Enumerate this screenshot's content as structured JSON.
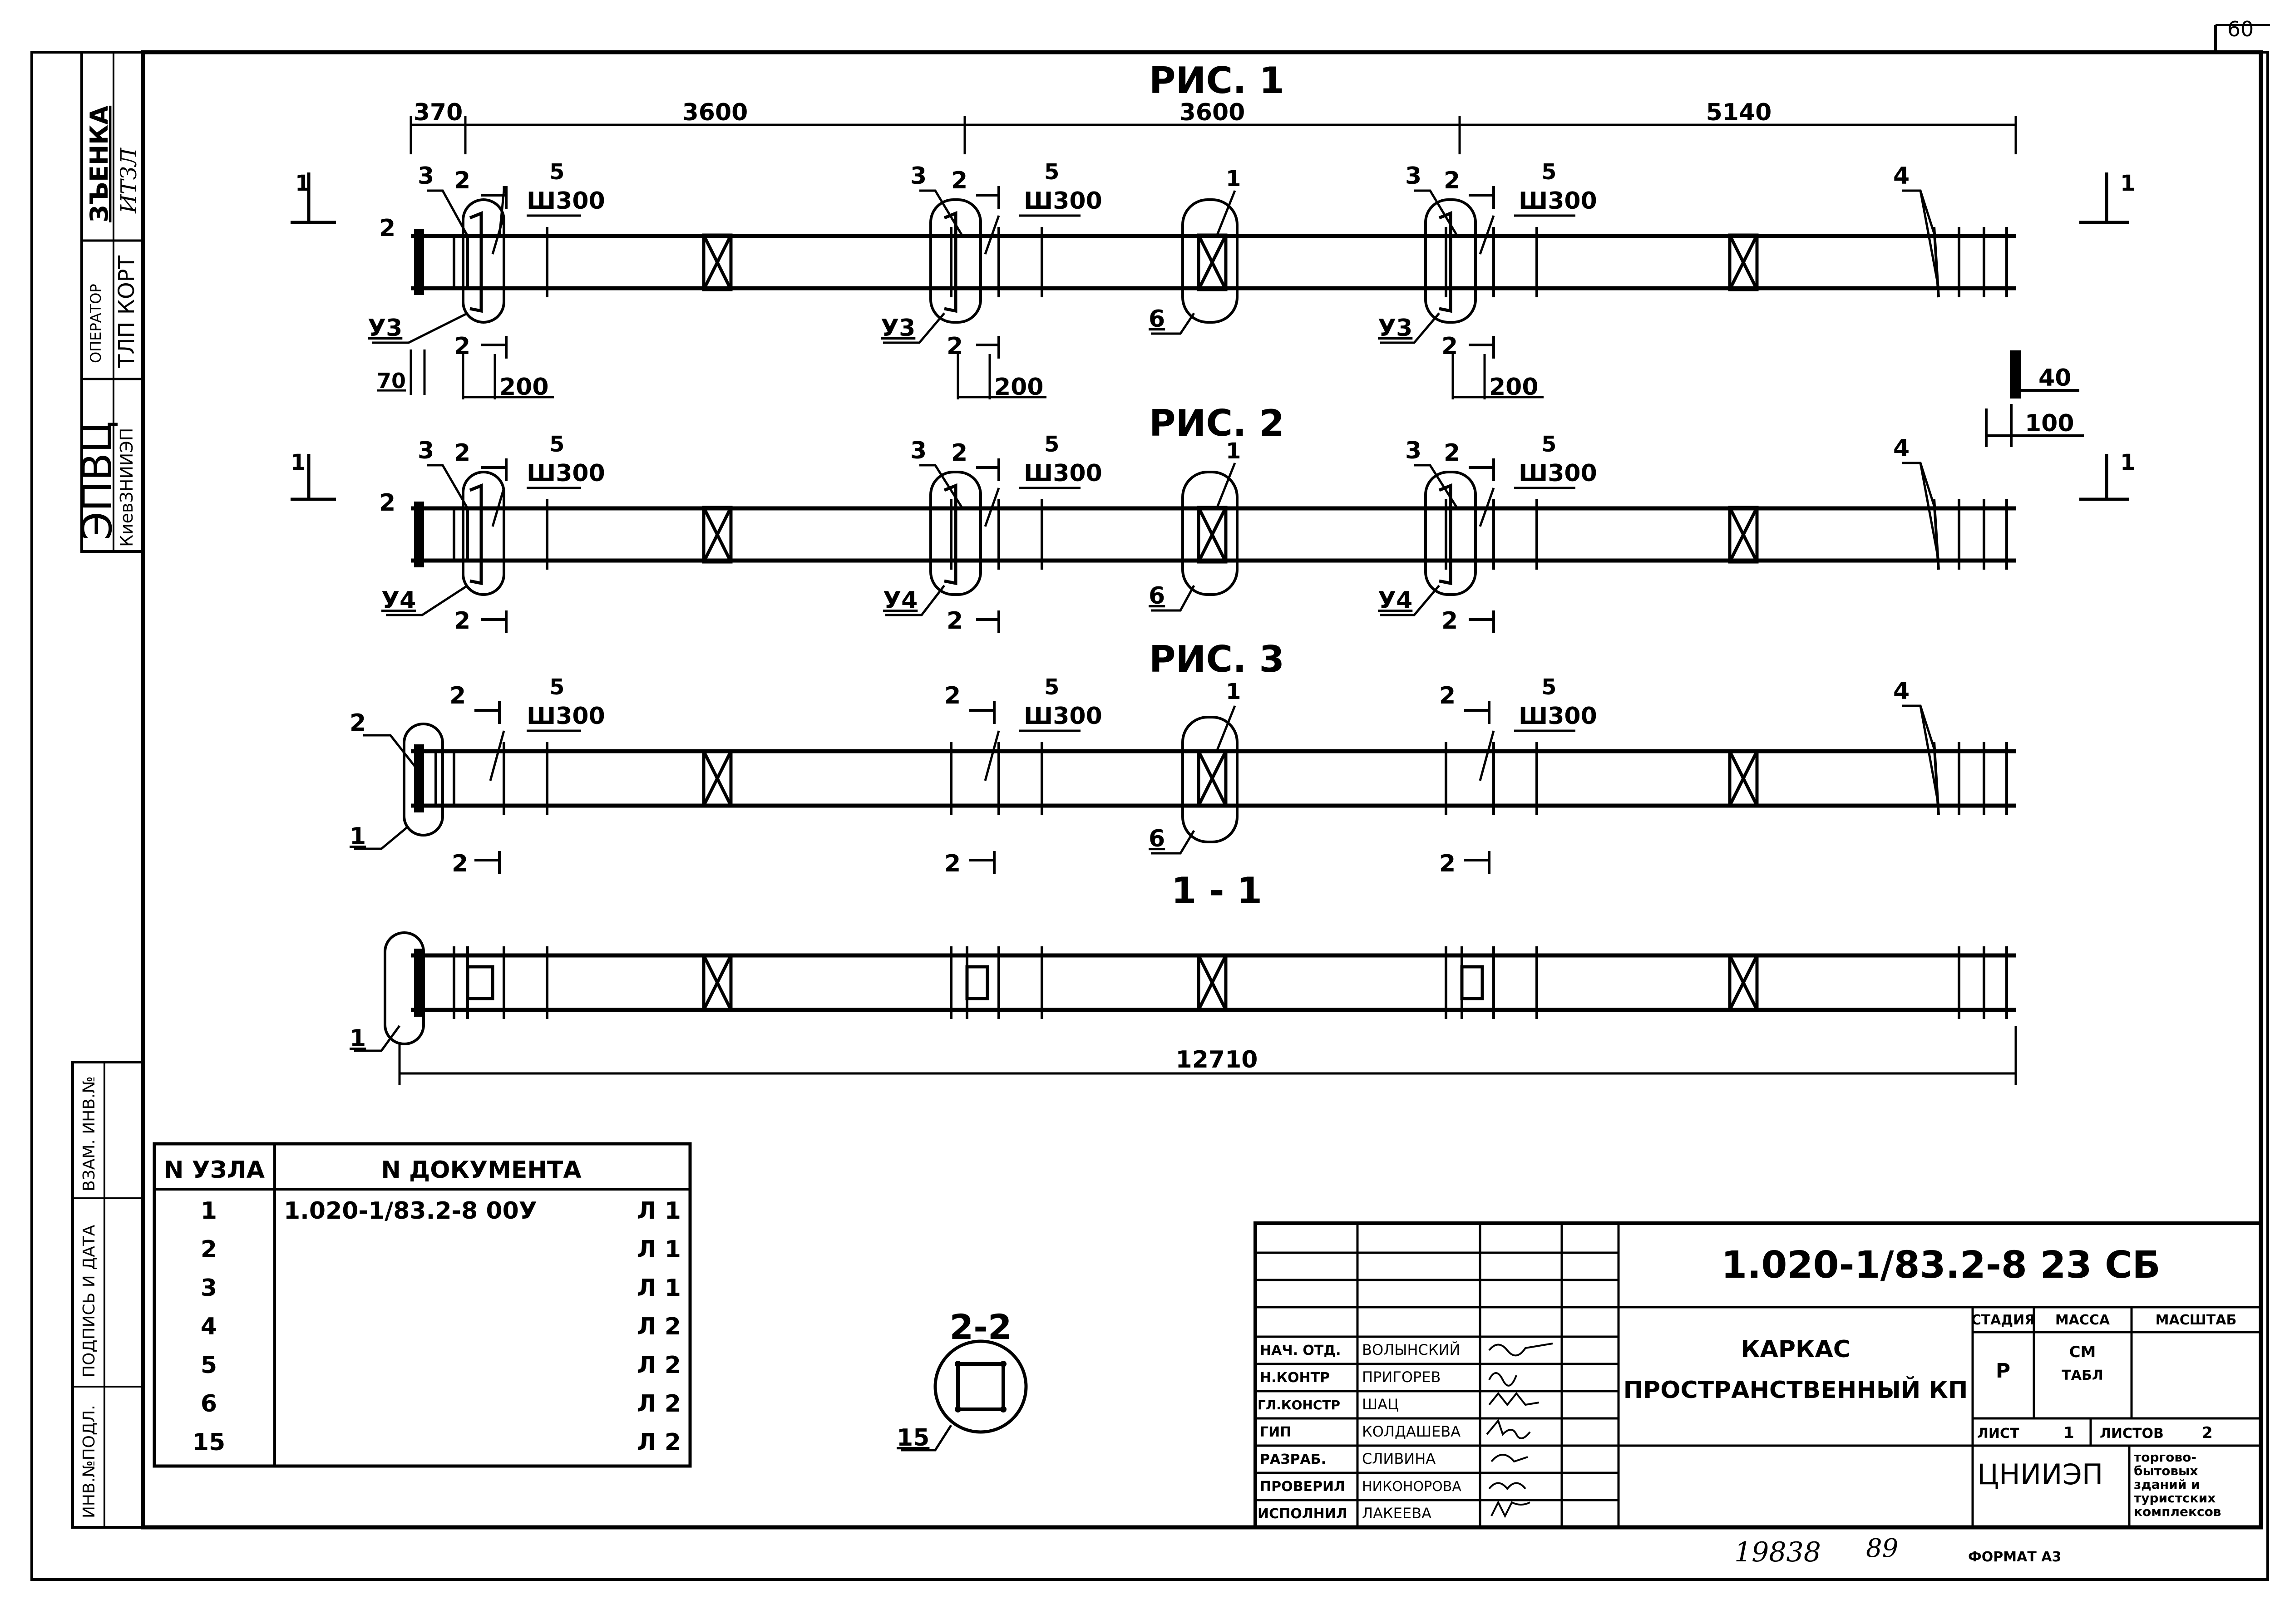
{
  "sheet_corner": "60",
  "left_strip": {
    "izm": "ЗЪЕНКА",
    "izm_sign": "ИТЗЛ",
    "operator_label": "ОПЕРАТОР",
    "operator_value": "ТЛП КОРТ",
    "org_big": "ЭПВЦ",
    "org_small": "КиевЗНИИЭП"
  },
  "side_labels": {
    "inv_podl": "ИНВ.№ПОДЛ.",
    "podpis_data": "ПОДПИСЬ И ДАТА",
    "vzam_inv": "ВЗАМ. ИНВ.№"
  },
  "figures": {
    "fig1_title": "РИС. 1",
    "fig2_title": "РИС. 2",
    "fig3_title": "РИС. 3",
    "sec11_title": "1 - 1",
    "sec22_title": "2-2"
  },
  "dims": {
    "d370": "370",
    "d3600a": "3600",
    "d3600b": "3600",
    "d5140": "5140",
    "d70": "70",
    "d200": "200",
    "d40": "40",
    "d100": "100",
    "d12710": "12710"
  },
  "callouts": {
    "n1": "1",
    "n2": "2",
    "n3": "3",
    "n4": "4",
    "n5": "5",
    "n6": "6",
    "n15": "15",
    "sh300": "Ш300",
    "u3": "У3",
    "u4": "У4"
  },
  "node_table": {
    "headers": [
      "N УЗЛА",
      "N ДОКУМЕНТА"
    ],
    "rows": [
      {
        "node": "1",
        "doc": "1.020-1/83.2-8 00У",
        "sheet": "Л 1"
      },
      {
        "node": "2",
        "doc": "",
        "sheet": "Л 1"
      },
      {
        "node": "3",
        "doc": "",
        "sheet": "Л 1"
      },
      {
        "node": "4",
        "doc": "",
        "sheet": "Л 2"
      },
      {
        "node": "5",
        "doc": "",
        "sheet": "Л 2"
      },
      {
        "node": "6",
        "doc": "",
        "sheet": "Л 2"
      },
      {
        "node": "15",
        "doc": "",
        "sheet": "Л 2"
      }
    ]
  },
  "title_block": {
    "code": "1.020-1/83.2-8 23 СБ",
    "name_line1": "КАРКАС",
    "name_line2": "ПРОСТРАНСТВЕННЫЙ КП",
    "stadiya_label": "СТАДИЯ",
    "massa_label": "МАССА",
    "masshtab_label": "МАСШТАБ",
    "stadiya": "Р",
    "massa_line1": "СМ",
    "massa_line2": "ТАБЛ",
    "list_label": "ЛИСТ",
    "list_value": "1",
    "listov_label": "ЛИСТОВ",
    "listov_value": "2",
    "org": "ЦНИИЭП",
    "org_desc": [
      "торгово-",
      "бытовых",
      "зданий и",
      "туристских",
      "комплексов"
    ],
    "roles": [
      {
        "role": "НАЧ. ОТД.",
        "name": "ВОЛЫНСКИЙ"
      },
      {
        "role": "Н.КОНТР",
        "name": "ПРИГОРЕВ"
      },
      {
        "role": "ГЛ.КОНСТР",
        "name": "ШАЦ"
      },
      {
        "role": "ГИП",
        "name": "КОЛДАШЕВА"
      },
      {
        "role": "РАЗРАБ.",
        "name": "СЛИВИНА"
      },
      {
        "role": "ПРОВЕРИЛ",
        "name": "НИКОНОРОВА"
      },
      {
        "role": "ИСПОЛНИЛ",
        "name": "ЛАКЕЕВА"
      }
    ]
  },
  "bottom": {
    "inv_number": "19838",
    "num2": "89",
    "format": "ФОРМАТ А3"
  }
}
